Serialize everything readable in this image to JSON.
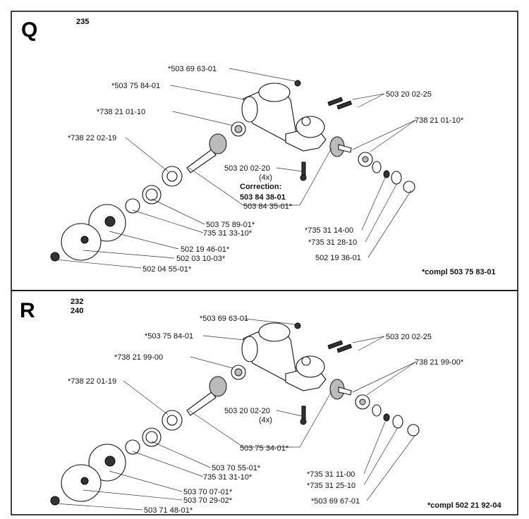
{
  "panels": [
    {
      "letter": "Q",
      "models": [
        "235"
      ],
      "labels": {
        "a": "*503 69 63-01",
        "b": "*503 75 84-01",
        "c": "*738 21 01-10",
        "d": "*738 22 02-19",
        "e": "503 20 02-25",
        "f": "738 21 01-10*",
        "g": "503 20 02-20",
        "g2": "(4x)",
        "h": "Correction:",
        "h2": "503 84 38-01",
        "i": "503 84 35-01*",
        "j": "503 75 89-01*",
        "k": "735 31 33-10*",
        "l": "502 19 46-01*",
        "m": "502 03 10-03*",
        "n": "502 04 55-01*",
        "o": "*735 31 14-00",
        "p": "*735 31 28-10",
        "q": "502 19 36-01",
        "compl": "*compl 503 75 83-01"
      }
    },
    {
      "letter": "R",
      "models": [
        "232",
        "240"
      ],
      "labels": {
        "a": "*503 69 63-01",
        "b": "*503 75 84-01",
        "c": "*738 21 99-00",
        "d": "*738 22 01-19",
        "e": "503 20 02-25",
        "f": "738 21 99-00*",
        "g": "503 20 02-20",
        "g2": "(4x)",
        "i": "503 75 34-01*",
        "j": "503 70 55-01*",
        "k": "735 31 31-10*",
        "l": "503 70 07-01*",
        "m": "503 70 29-02*",
        "n": "503 71 48-01*",
        "o": "*735 31 11-00",
        "p": "*735 31 25-10",
        "q": "*503 69 67-01",
        "compl": "*compl 502 21 92-04"
      }
    }
  ]
}
